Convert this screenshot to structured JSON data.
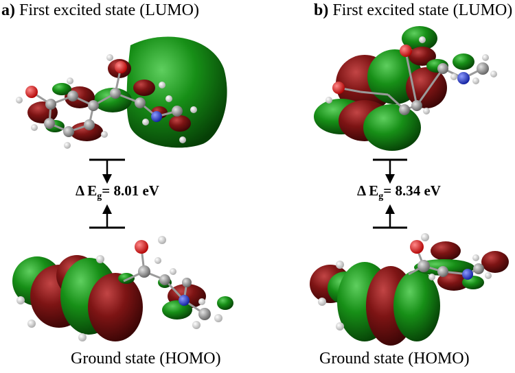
{
  "panels": [
    {
      "label": "a)",
      "lumo_title": "First excited state (LUMO)",
      "gap_prefix": "Δ E",
      "gap_sub": "g",
      "gap_value": "= 8.01 eV",
      "homo_title": "Ground state (HOMO)"
    },
    {
      "label": "b)",
      "lumo_title": "First excited state (LUMO)",
      "gap_prefix": "Δ E",
      "gap_sub": "g",
      "gap_value": "= 8.34 eV",
      "homo_title": "Ground state (HOMO)"
    }
  ],
  "colors": {
    "lobe_green": "#138a13",
    "lobe_red": "#7d1414",
    "atom_carbon": "#8a8a8a",
    "atom_hydrogen": "#e6e6e6",
    "atom_oxygen": "#e01010",
    "atom_nitrogen": "#1c2fd0"
  }
}
